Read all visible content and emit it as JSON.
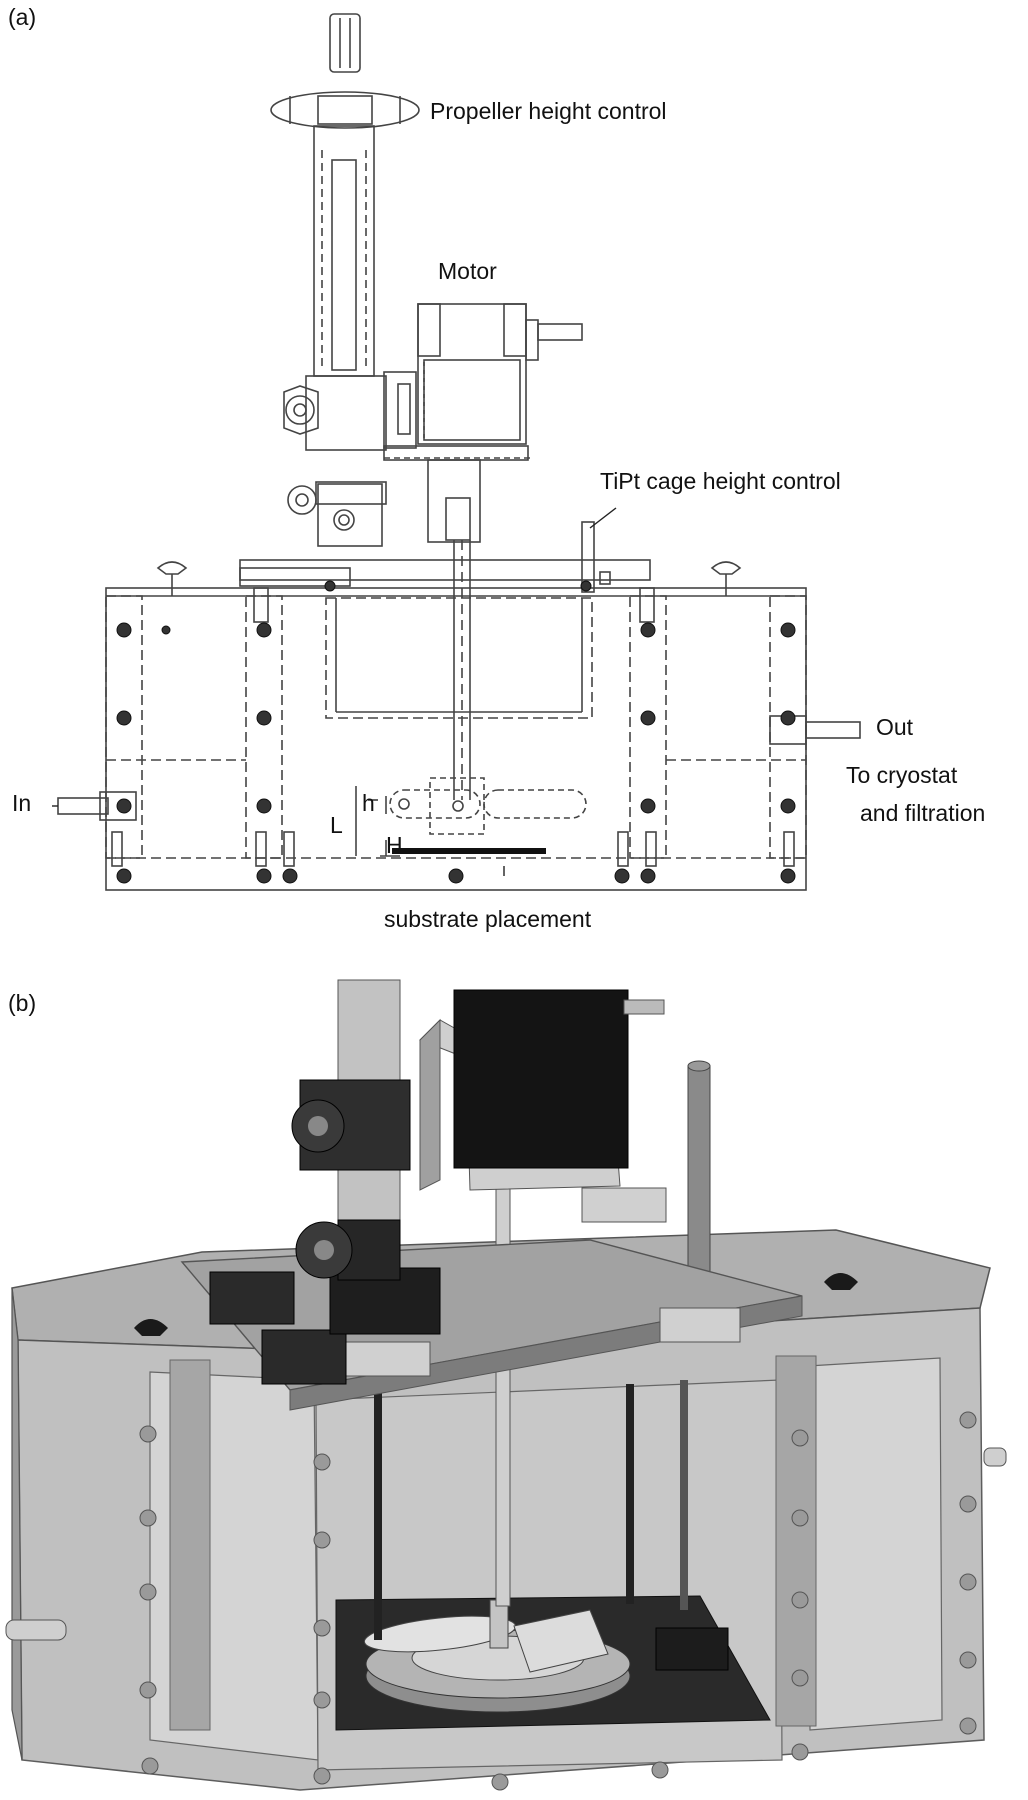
{
  "panel_a": {
    "letter": "(a)",
    "labels": {
      "propeller": "Propeller height control",
      "motor": "Motor",
      "tipt": "TiPt cage height control",
      "out": "Out",
      "to_cryostat_1": "To cryostat",
      "to_cryostat_2": "and filtration",
      "in": "In",
      "L": "L",
      "h": "h",
      "H": "H",
      "substrate": "substrate placement"
    }
  },
  "panel_b": {
    "letter": "(b)"
  },
  "colors": {
    "line": "#444444",
    "dash": "#777777",
    "box_fill": "#b9b9b9",
    "box_face": "#9d9d9d",
    "dark": "#1a1a1a",
    "plate": "#a8a8a8"
  }
}
